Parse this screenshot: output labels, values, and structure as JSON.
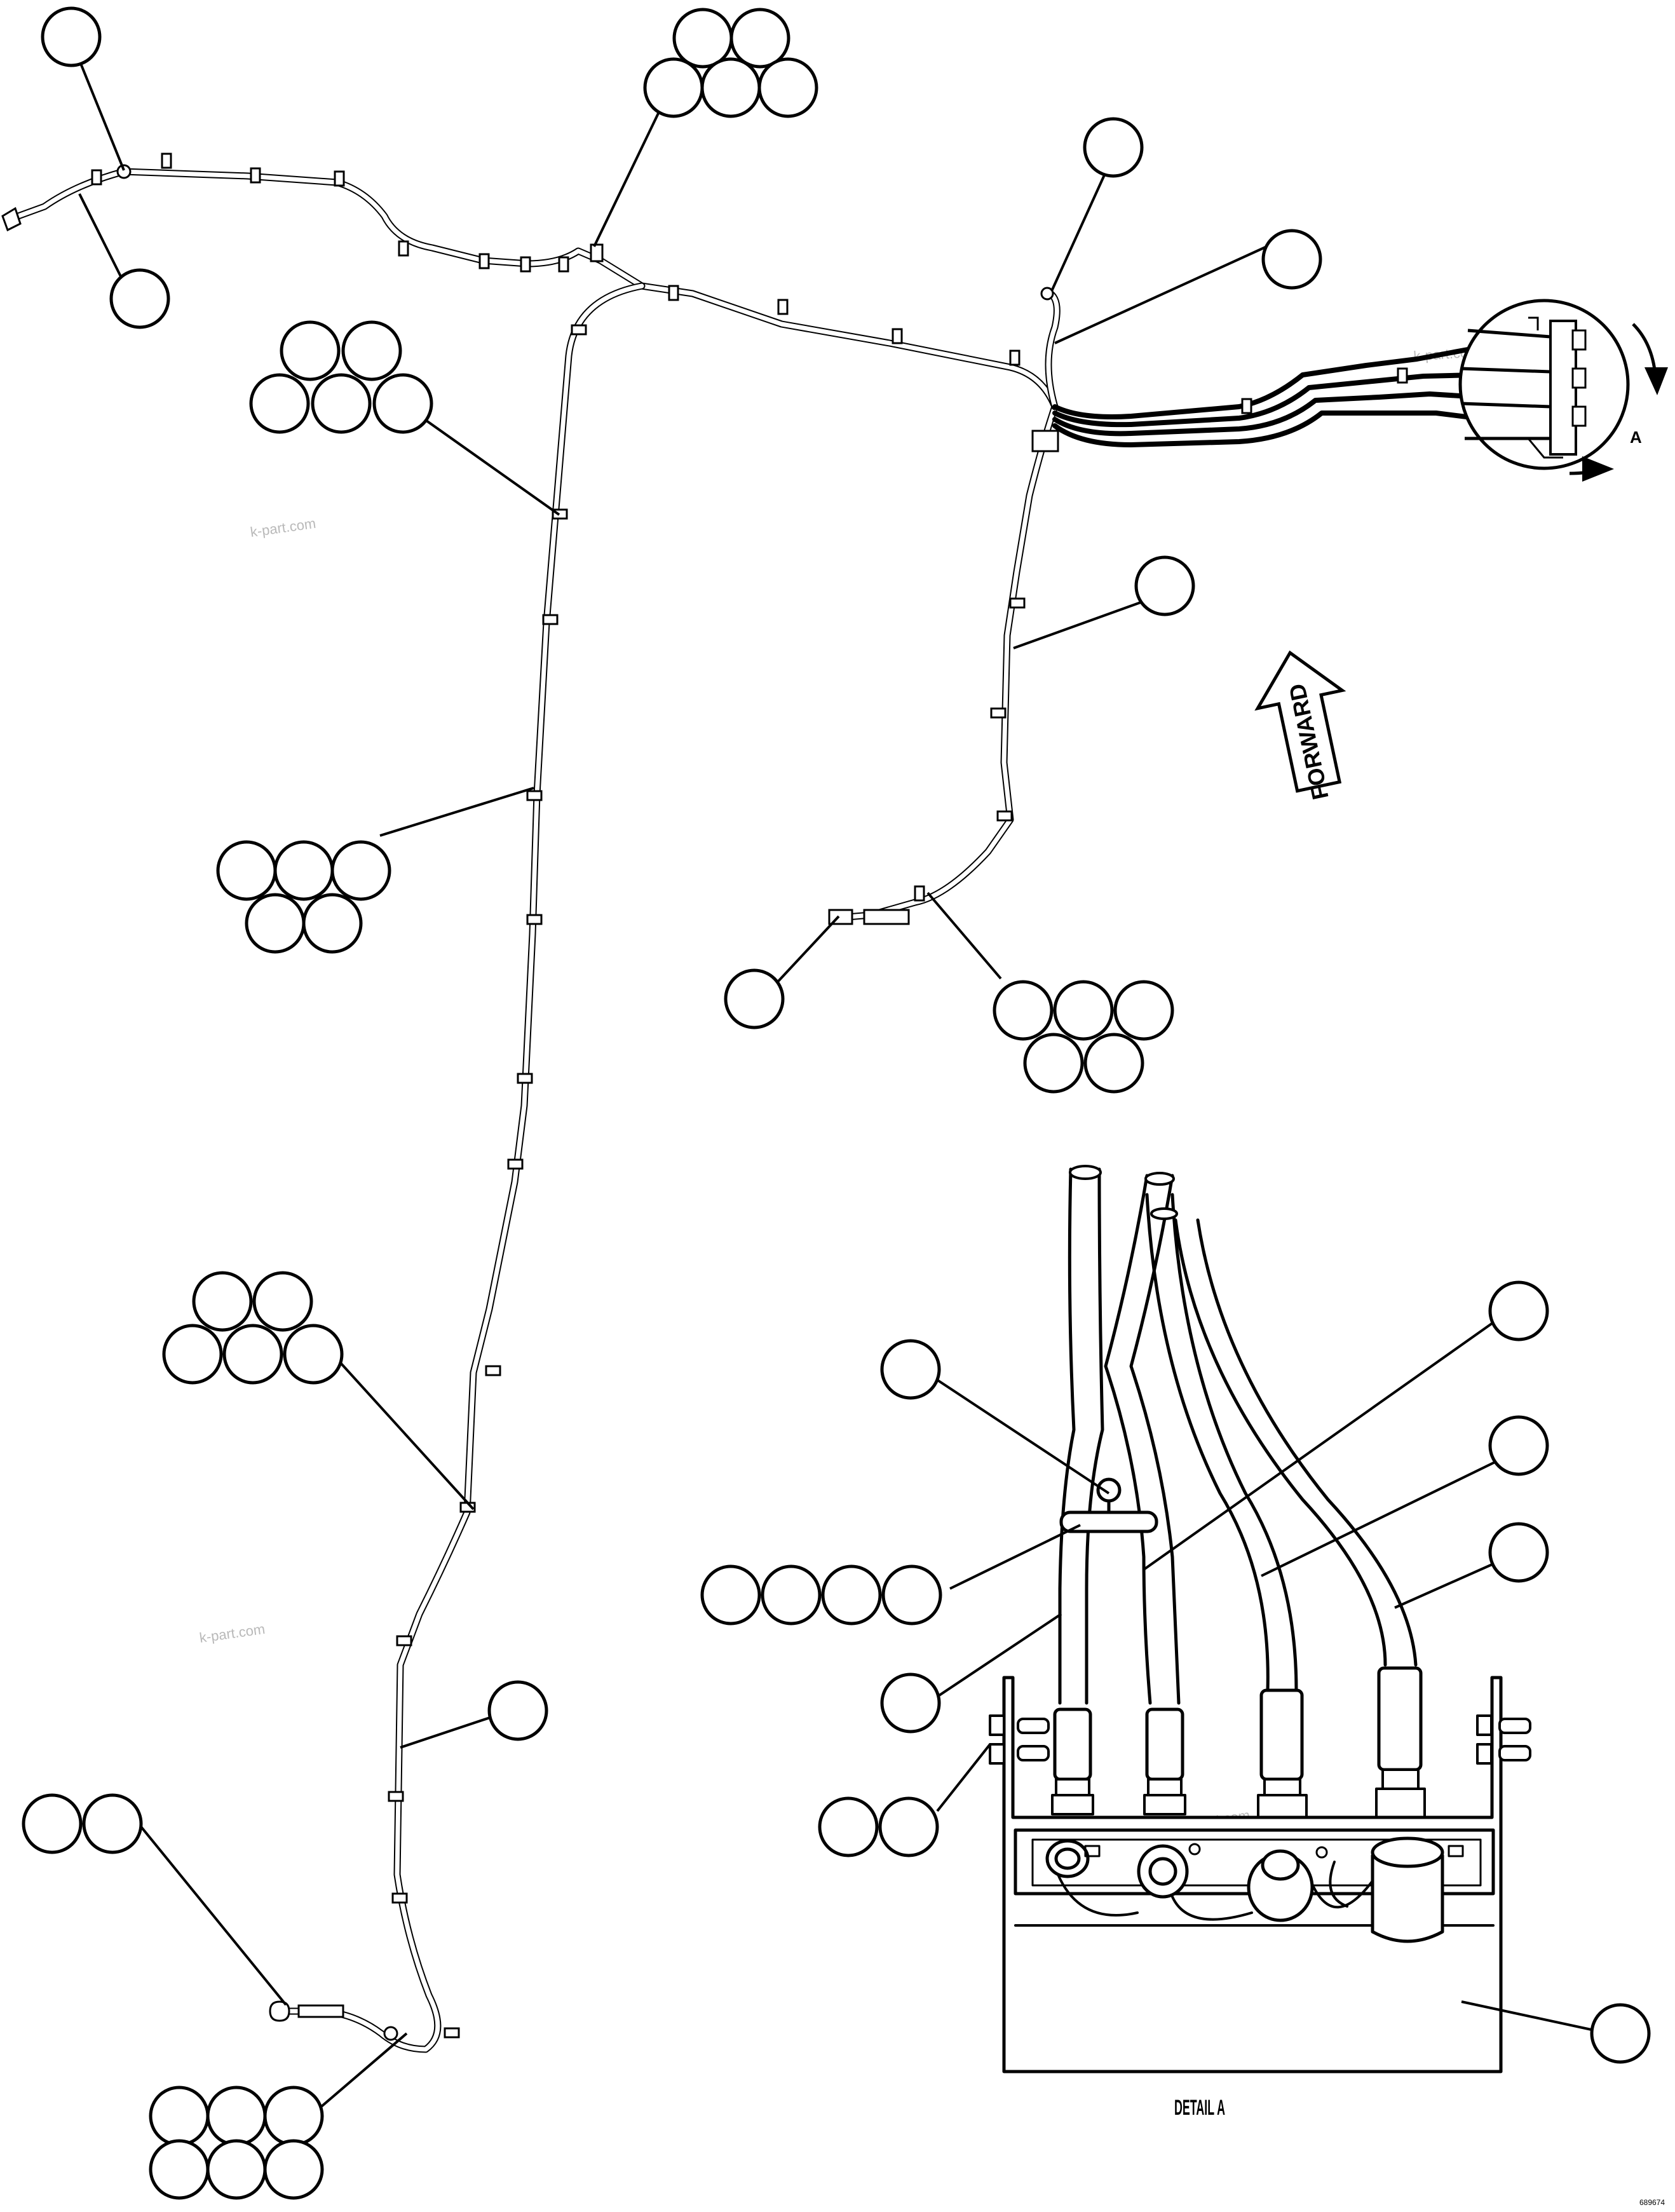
{
  "diagram": {
    "forward_label": "FORWARD",
    "view_letter": "A",
    "detail_caption": "DETAIL A",
    "watermark": "k-part.com",
    "sheet_code": "689674",
    "line_color": "#000000",
    "background_color": "#ffffff",
    "watermark_color": "#b9b9b9"
  }
}
